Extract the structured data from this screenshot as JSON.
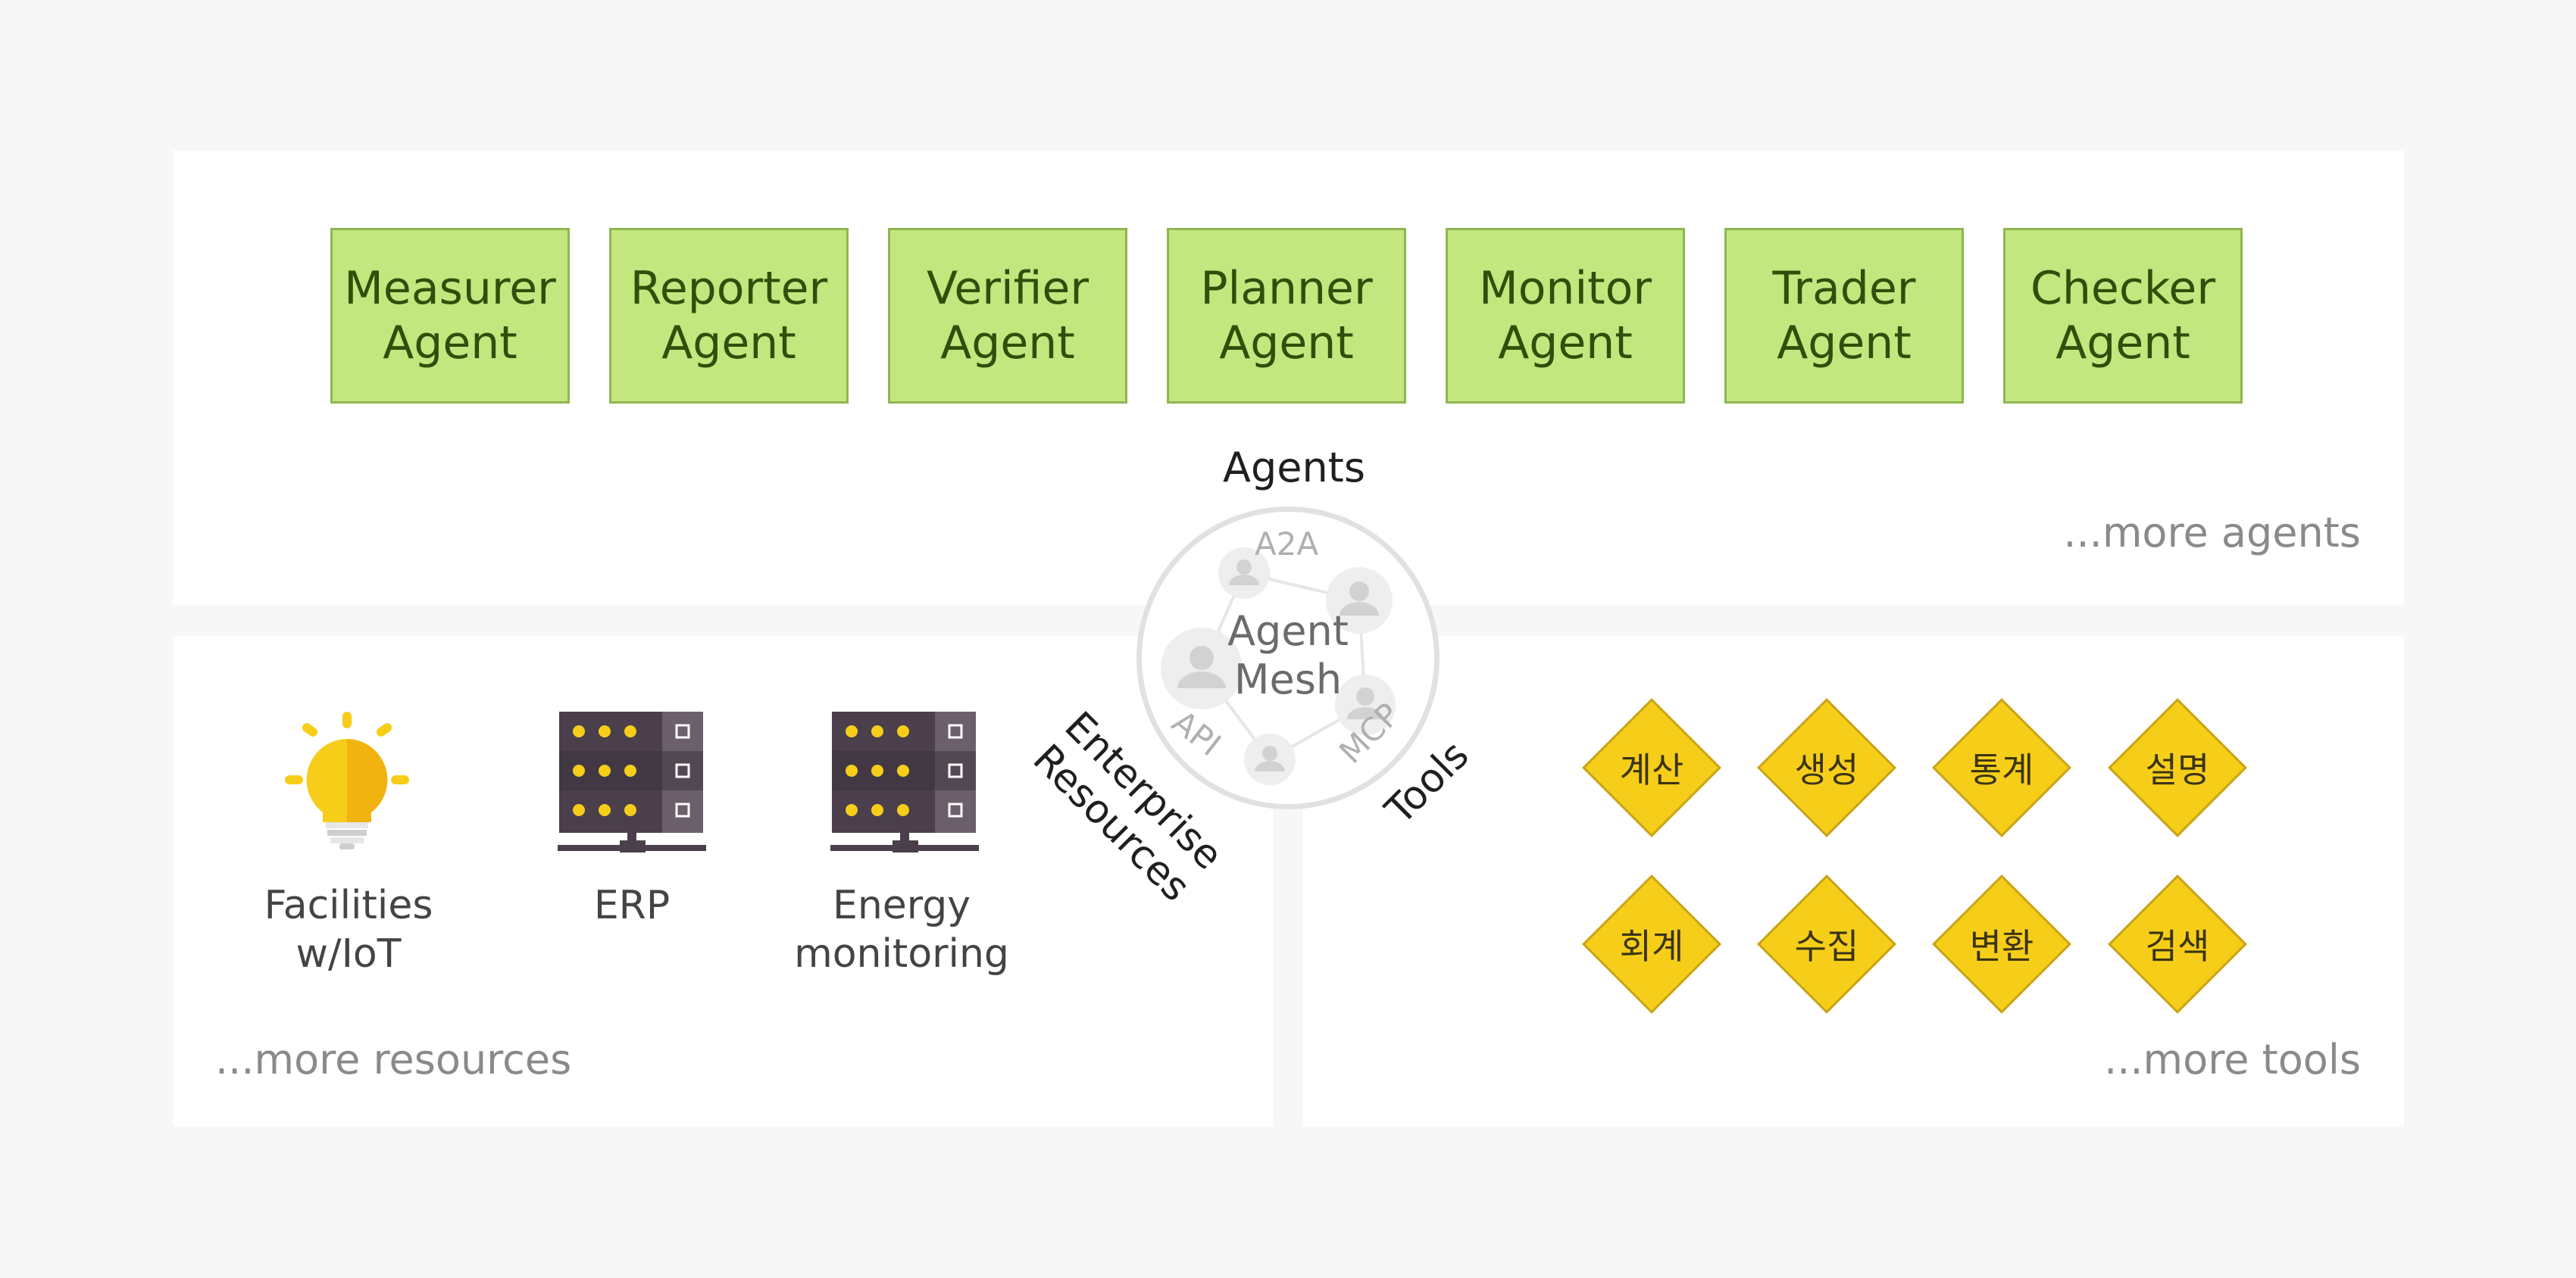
{
  "agents": {
    "label": "Agents",
    "items": [
      {
        "label": "Measurer\nAgent"
      },
      {
        "label": "Reporter\nAgent"
      },
      {
        "label": "Verifier\nAgent"
      },
      {
        "label": "Planner\nAgent"
      },
      {
        "label": "Monitor\nAgent"
      },
      {
        "label": "Trader\nAgent"
      },
      {
        "label": "Checker\nAgent"
      }
    ],
    "more": "...more agents",
    "colors": {
      "fill": "#c3e67e",
      "border": "#8fb653",
      "text": "#2f4f0b"
    }
  },
  "resources": {
    "label": "Enterprise\nResources",
    "items": [
      {
        "label": "Facilities\nw/IoT",
        "icon": "lightbulb-icon"
      },
      {
        "label": "ERP",
        "icon": "server-icon"
      },
      {
        "label": "Energy\nmonitoring",
        "icon": "server-icon"
      }
    ],
    "more": "...more resources"
  },
  "tools": {
    "label": "Tools",
    "items": [
      {
        "label": "계산"
      },
      {
        "label": "생성"
      },
      {
        "label": "통계"
      },
      {
        "label": "설명"
      },
      {
        "label": "회계"
      },
      {
        "label": "수집"
      },
      {
        "label": "변환"
      },
      {
        "label": "검색"
      }
    ],
    "more": "...more tools",
    "colors": {
      "fill": "#f6ce1a",
      "border": "#caa418"
    }
  },
  "mesh": {
    "label": "Agent\nMesh",
    "tags": {
      "a2a": "A2A",
      "api": "API",
      "mcp": "MCP"
    }
  }
}
